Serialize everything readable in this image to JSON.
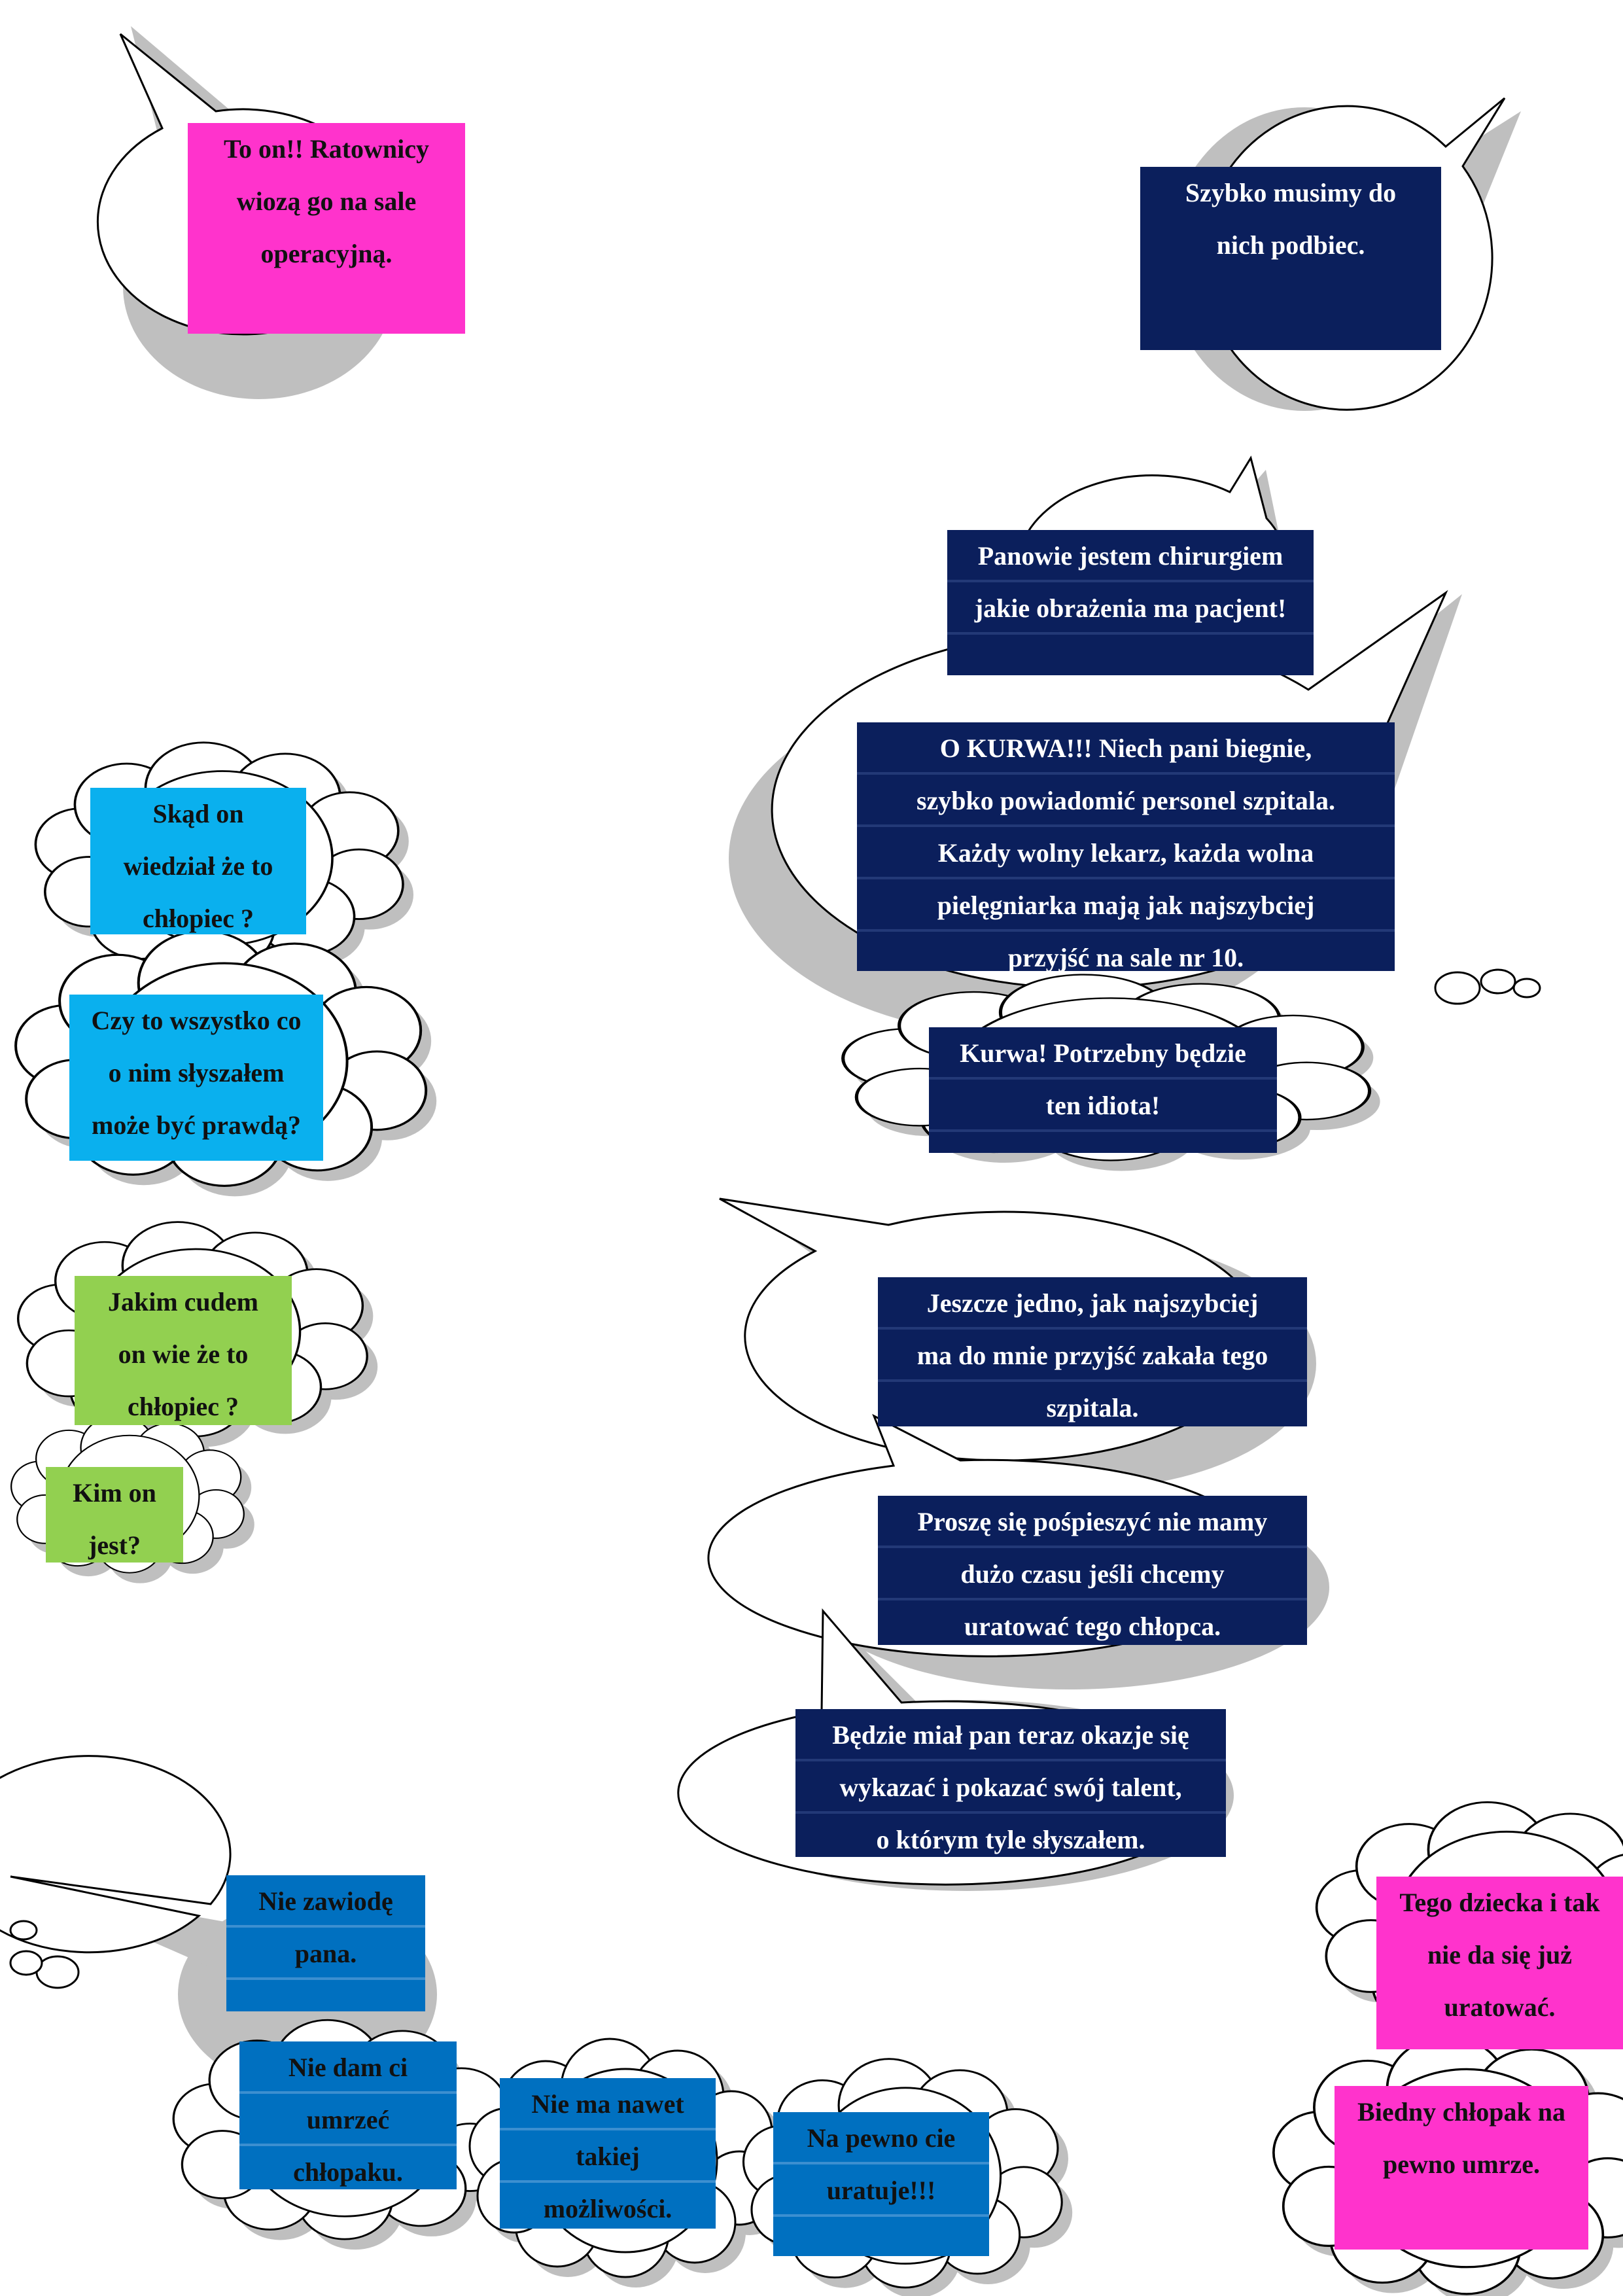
{
  "colors": {
    "navy": "#0b1f5c",
    "magenta": "#ff33cc",
    "cyan": "#0ab0ee",
    "green": "#92d050",
    "blue": "#0070c0",
    "bubble_shadow": "#bfbfbf"
  },
  "bubbles": {
    "b01": "To on!! Ratownicy\nwiozą go na sale\noperacyjną.",
    "b02": "Szybko musimy do\nnich podbiec.",
    "b03": "Panowie jestem chirurgiem\njakie obrażenia ma pacjent!",
    "b04": "O KURWA!!! Niech pani biegnie,\nszybko powiadomić personel szpitala.\nKażdy wolny lekarz, każda wolna\npielęgniarka mają jak najszybciej\nprzyjść na sale nr 10.",
    "b05": "Kurwa! Potrzebny będzie\nten idiota!",
    "b06": "Skąd on\nwiedział że to\nchłopiec ?",
    "b07": "Czy to wszystko co\no nim słyszałem\nmoże być prawdą?",
    "b08": "Jakim cudem\non wie że to\nchłopiec ?",
    "b09": "Kim on\njest?",
    "b10": "Jeszcze jedno,  jak najszybciej\nma do mnie przyjść zakała tego\nszpitala.",
    "b11": "Proszę się pośpieszyć nie mamy\ndużo czasu jeśli chcemy\nuratować tego chłopca.",
    "b12": "Będzie miał pan teraz okazje się\nwykazać i pokazać swój talent,\no którym tyle słyszałem.",
    "b13": "Nie zawiodę\npana.",
    "b14": "Nie dam ci\numrzeć\nchłopaku.",
    "b15": "Nie ma nawet\ntakiej\nmożliwości.",
    "b16": "Na pewno cie\nuratuje!!!",
    "b17": "Tego dziecka i tak\nnie da się już\nuratować.",
    "b18": "Biedny chłopak na\npewno umrze."
  }
}
